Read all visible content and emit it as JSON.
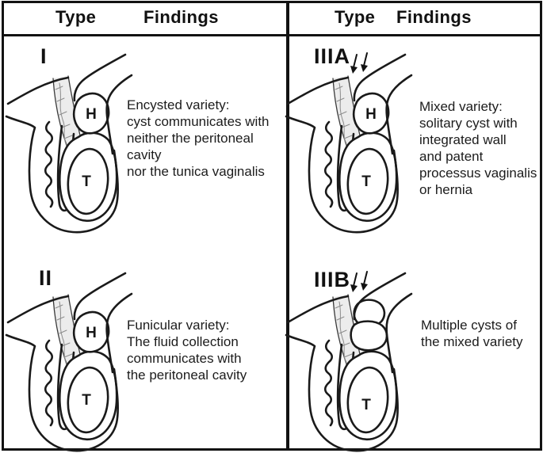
{
  "colors": {
    "line": "#1a1a1a",
    "background": "#ffffff",
    "hatch_fill": "#ececec",
    "border": "#121212"
  },
  "headers": {
    "left": {
      "type": "Type",
      "findings": "Findings"
    },
    "right": {
      "type": "Type",
      "findings": "Findings"
    }
  },
  "cells": [
    {
      "type_label": "I",
      "findings": "Encysted variety:\ncyst communicates with\nneither the peritoneal cavity\nnor the tunica vaginalis",
      "hydrocele_label": "H",
      "testis_label": "T"
    },
    {
      "type_label": "II",
      "findings": "Funicular variety:\nThe fluid collection\ncommunicates with\nthe peritoneal cavity",
      "hydrocele_label": "H",
      "testis_label": "T"
    },
    {
      "type_label": "IIIA",
      "findings": "Mixed variety:\nsolitary cyst with\nintegrated wall\nand patent\nprocessus vaginalis\nor hernia",
      "hydrocele_label": "H",
      "testis_label": "T"
    },
    {
      "type_label": "IIIB",
      "findings": "Multiple cysts of\nthe mixed variety",
      "testis_label": "T"
    }
  ]
}
